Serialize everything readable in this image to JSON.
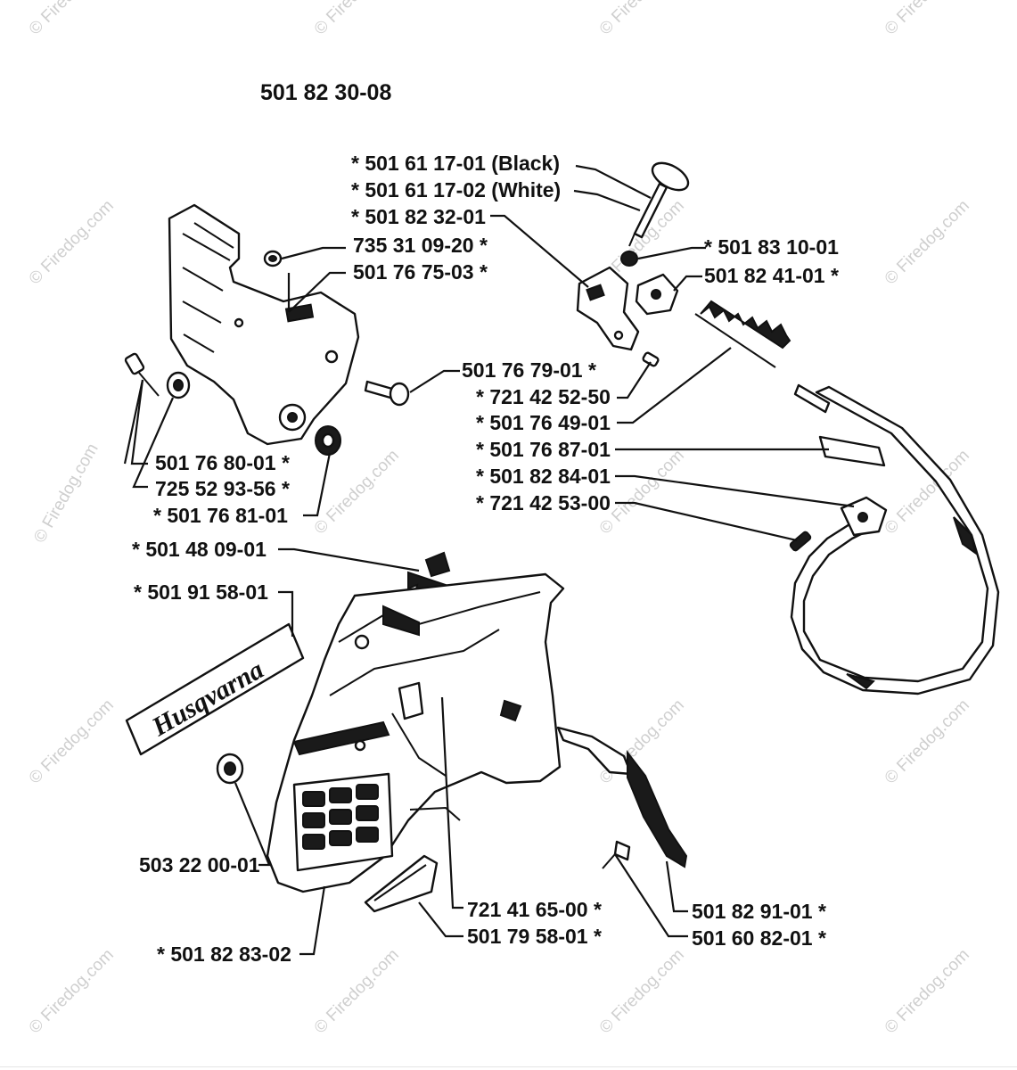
{
  "title": "501 82 30-08",
  "watermark": "© Firedog.com",
  "brand_decal": "Husqvarna",
  "labels": {
    "p501611701": "* 501 61 17-01 (Black)",
    "p501611702": "* 501 61 17-02 (White)",
    "p501823201": "* 501 82 32-01",
    "p735310920": "735 31 09-20 *",
    "p501767503": "501 76 75-03 *",
    "p501831001": "* 501 83 10-01",
    "p501824101": "501 82 41-01 *",
    "p501767901": "501 76 79-01 *",
    "p721425250": "* 721 42 52-50",
    "p501764901": "* 501 76 49-01",
    "p501768701": "* 501 76 87-01",
    "p501828401": "* 501 82 84-01",
    "p721425300": "* 721 42 53-00",
    "p501768001": "501 76 80-01 *",
    "p725529356": "725 52 93-56 *",
    "p501768101": "* 501 76 81-01",
    "p501480901": "* 501 48 09-01",
    "p501915801": "* 501 91 58-01",
    "p503220001": "503 22 00-01",
    "p721416500": "721 41 65-00 *",
    "p501795801": "501 79 58-01 *",
    "p501829101": "501 82 91-01 *",
    "p501608201": "501 60 82-01 *",
    "p501828302": "* 501 82 83-02"
  }
}
